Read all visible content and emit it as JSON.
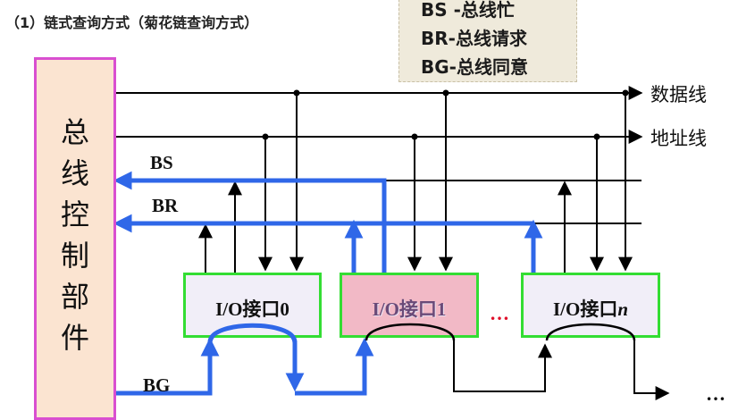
{
  "caption": "（1）链式查询方式（菊花链查询方式）",
  "legend": [
    "BS -总线忙",
    "BR-总线请求",
    "BG-总线同意"
  ],
  "controller": {
    "label": "总线控制部件"
  },
  "bus_lines": {
    "data": "数据线",
    "address": "地址线"
  },
  "signals": {
    "bs": "BS",
    "br": "BR",
    "bg": "BG"
  },
  "interfaces": [
    {
      "prefix": "I/O接口",
      "index": "0"
    },
    {
      "prefix": "I/O接口",
      "index": "1"
    },
    {
      "prefix": "I/O接口",
      "index": "n"
    }
  ],
  "ellipsis_between": "…",
  "ellipsis_tail": "…",
  "colors": {
    "signal_blue": "#2f67e8",
    "controller_border": "#d94fd0",
    "interface_border": "#33dd33",
    "highlight_fill": "#f2b9c6",
    "dots_red": "#e0102a",
    "legend_bg": "#efeadb"
  }
}
